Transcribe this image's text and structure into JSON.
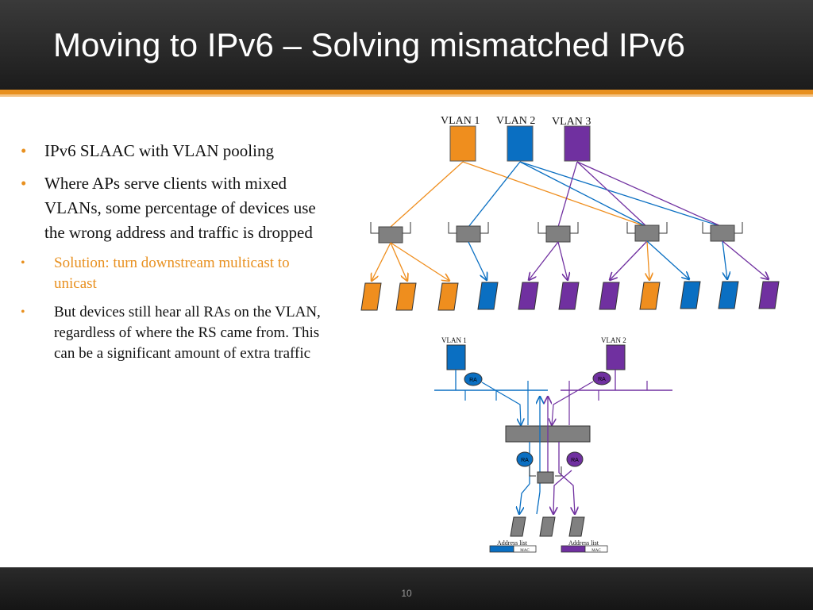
{
  "slide": {
    "title": "Moving to IPv6 – Solving mismatched IPv6",
    "page_number": "10"
  },
  "bullets": [
    {
      "text": "IPv6 SLAAC with VLAN pooling"
    },
    {
      "text": "Where APs serve clients with mixed VLANs, some percentage of devices use the wrong address and traffic is dropped"
    },
    {
      "text": "Solution:  turn downstream multicast to unicast"
    },
    {
      "text": "But devices still hear all RAs on the VLAN, regardless of where the RS came from.  This can be a significant amount of extra traffic"
    }
  ],
  "diagram_top": {
    "vlan_labels": [
      "VLAN 1",
      "VLAN 2",
      "VLAN 3"
    ]
  },
  "diagram_bottom": {
    "vlan1_label": "VLAN 1",
    "vlan2_label": "VLAN 2",
    "ra_label": "RA",
    "address_list_label": "Address list",
    "mac_label": "MAC"
  },
  "colors": {
    "orange": "#ef8e1e",
    "blue": "#0a6fc2",
    "purple": "#7030a0",
    "gray": "#808080",
    "accent": "#e8901f"
  }
}
